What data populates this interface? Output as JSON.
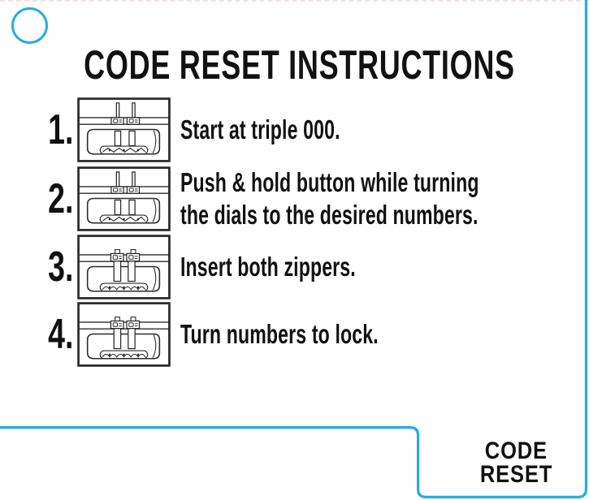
{
  "title": "CODE RESET INSTRUCTIONS",
  "steps": [
    {
      "num": "1.",
      "icon": "lock-zippers-raised-icon",
      "lines": [
        "Start at triple 000."
      ]
    },
    {
      "num": "2.",
      "icon": "lock-zippers-raised-icon",
      "lines": [
        "Push & hold button while turning",
        "the dials to the desired numbers."
      ]
    },
    {
      "num": "3.",
      "icon": "lock-zippers-inserted-icon",
      "lines": [
        "Insert both zippers."
      ]
    },
    {
      "num": "4.",
      "icon": "lock-zippers-inserted-icon",
      "lines": [
        "Turn numbers to lock."
      ]
    }
  ],
  "badge": {
    "line1": "CODE",
    "line2": "RESET"
  },
  "colors": {
    "accent": "#29ABE2",
    "text": "#111111",
    "diagram_line": "#2b2b2b"
  }
}
